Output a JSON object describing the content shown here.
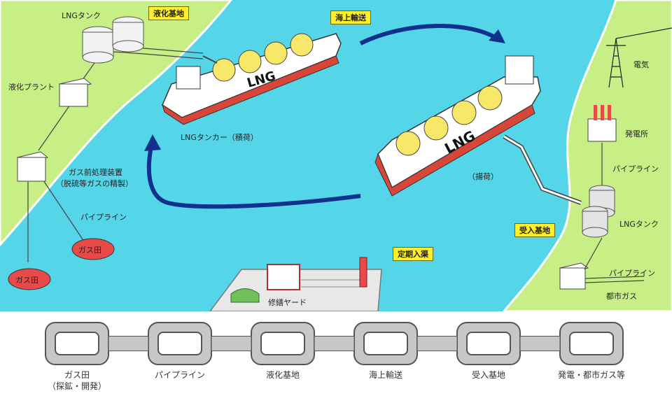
{
  "colors": {
    "water": "#54d6e8",
    "land": "#c7ef85",
    "arrow": "#12318a",
    "label_box": "#ffef2a",
    "gas_field": "#e84a4a",
    "chain_fill": "#c7c7c7",
    "chain_stroke": "#555555"
  },
  "labels": {
    "lng_tank_left": "LNGタンク",
    "liquefaction_base": "液化基地",
    "liquefaction_plant": "液化プラント",
    "pretreatment_1": "ガス前処理装置",
    "pretreatment_2": "（脱硫等ガスの精製）",
    "pipeline_left": "パイプライン",
    "gas_field_a": "ガス田",
    "gas_field_b": "ガス田",
    "sea_transport": "海上輸送",
    "tanker_loaded": "LNGタンカー（積荷）",
    "unloaded": "（揚荷）",
    "ship_text": "LNG",
    "periodic_docking": "定期入渠",
    "repair_yard": "修繕ヤード",
    "receiving_base": "受入基地",
    "electricity": "電気",
    "power_plant": "発電所",
    "pipeline_right_1": "パイプライン",
    "lng_tank_right": "LNGタンク",
    "pipeline_right_2": "パイプライン",
    "city_gas": "都市ガス"
  },
  "chain_steps": [
    {
      "line1": "ガス田",
      "line2": "（探鉱・開発）"
    },
    {
      "line1": "パイプライン",
      "line2": ""
    },
    {
      "line1": "液化基地",
      "line2": ""
    },
    {
      "line1": "海上輸送",
      "line2": ""
    },
    {
      "line1": "受入基地",
      "line2": ""
    },
    {
      "line1": "発電・都市ガス等",
      "line2": ""
    }
  ]
}
